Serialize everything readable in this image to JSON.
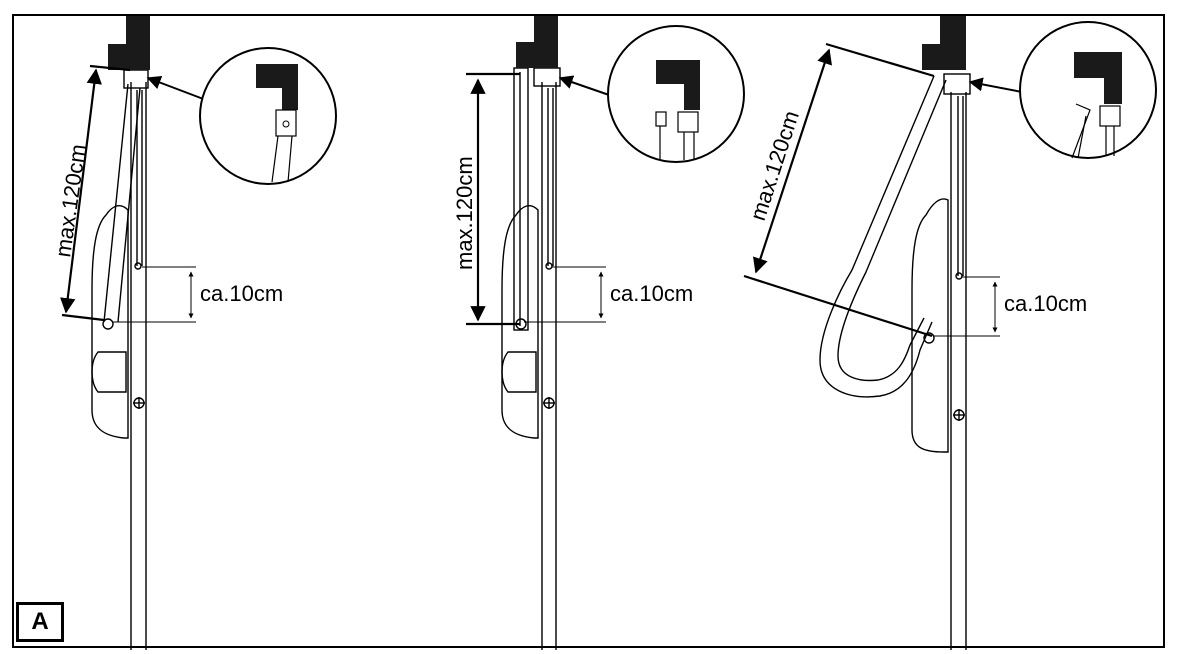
{
  "figure": {
    "badge": "A",
    "panels": [
      {
        "length_label": "max.120cm",
        "offset_label": "ca.10cm"
      },
      {
        "length_label": "max.120cm",
        "offset_label": "ca.10cm"
      },
      {
        "length_label": "max.120cm",
        "offset_label": "ca.10cm"
      }
    ]
  }
}
